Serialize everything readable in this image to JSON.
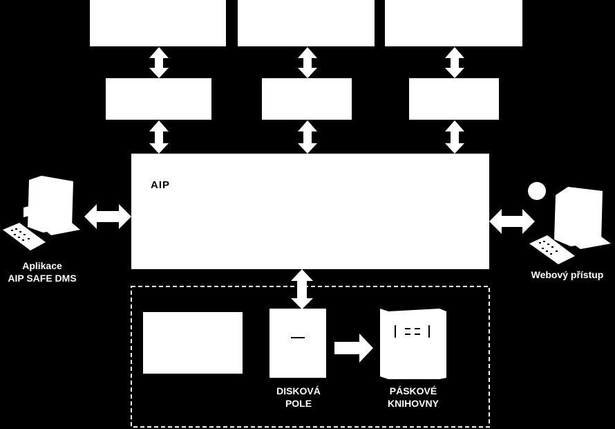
{
  "main_system": {
    "title": "AIP"
  },
  "clients": {
    "left_label_line1": "Aplikace",
    "left_label_line2": "AIP SAFE DMS",
    "right_label": "Webový přístup"
  },
  "storage": {
    "disk_label_line1": "DISKOVÁ",
    "disk_label_line2": "POLE",
    "tape_label_line1": "PÁSKOVÉ",
    "tape_label_line2": "KNIHOVNY"
  },
  "colors": {
    "background": "#000000",
    "foreground": "#ffffff"
  }
}
